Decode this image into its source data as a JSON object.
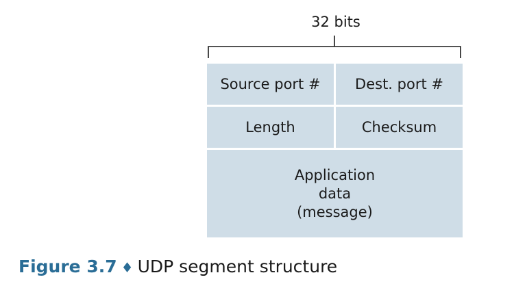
{
  "width_label": "32 bits",
  "fields": {
    "source_port": "Source port #",
    "dest_port": "Dest. port #",
    "length": "Length",
    "checksum": "Checksum",
    "app_data": [
      "Application",
      "data",
      "(message)"
    ]
  },
  "caption": {
    "number": "Figure 3.7",
    "separator": "♦",
    "title": "UDP segment structure"
  },
  "colors": {
    "field_fill": "#cfdde7",
    "caption_accent": "#2a6d96"
  }
}
